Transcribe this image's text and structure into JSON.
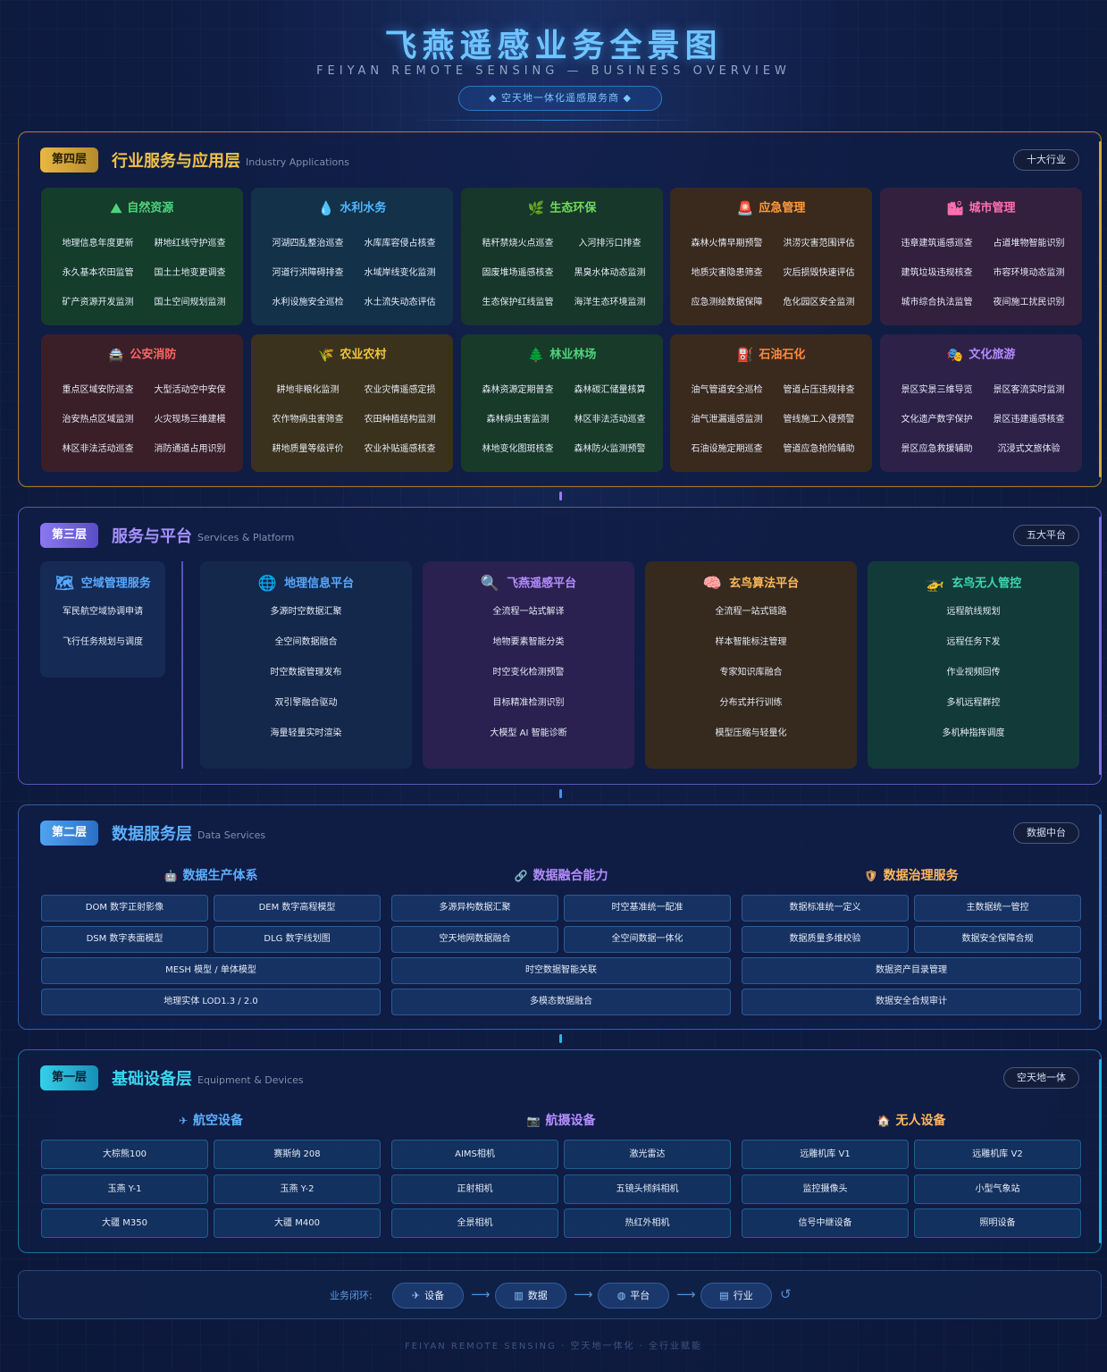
{
  "header": {
    "title": "飞燕遥感业务全景图",
    "subtitle": "FEIYAN REMOTE SENSING — BUSINESS OVERVIEW",
    "tag": "◆ 空天地一体化遥感服务商 ◆"
  },
  "layer4": {
    "badge": "第四层",
    "title": "行业服务与应用层",
    "title_en": "Industry Applications",
    "pill": "十大行业",
    "cards": [
      {
        "title": "自然资源",
        "icon": "mountain-icon",
        "glyph": "⛰",
        "color": "#4ed37c",
        "bg": "#143d2c",
        "items": [
          "地理信息年度更新",
          "耕地红线守护巡查",
          "永久基本农田监管",
          "国土土地变更调查",
          "矿产资源开发监测",
          "国土空间规划监测"
        ]
      },
      {
        "title": "水利水务",
        "icon": "water-drop-icon",
        "glyph": "💧",
        "color": "#4fb6ff",
        "bg": "#13324a",
        "items": [
          "河湖四乱整治巡查",
          "水库库容侵占核查",
          "河道行洪障碍排查",
          "水域岸线变化监测",
          "水利设施安全巡检",
          "水土流失动态评估"
        ]
      },
      {
        "title": "生态环保",
        "icon": "leaf-icon",
        "glyph": "🌿",
        "color": "#6fdc5a",
        "bg": "#17372a",
        "items": [
          "秸秆禁烧火点巡查",
          "入河排污口排查",
          "固废堆场遥感核查",
          "黑臭水体动态监测",
          "生态保护红线监管",
          "海洋生态环境监测"
        ]
      },
      {
        "title": "应急管理",
        "icon": "siren-icon",
        "glyph": "🚨",
        "color": "#ff9a3c",
        "bg": "#3a2a1e",
        "items": [
          "森林火情早期预警",
          "洪涝灾害范围评估",
          "地质灾害隐患筛查",
          "灾后损毁快速评估",
          "应急测绘数据保障",
          "危化园区安全监测"
        ]
      },
      {
        "title": "城市管理",
        "icon": "city-icon",
        "glyph": "🏙",
        "color": "#ff6fb0",
        "bg": "#33203e",
        "items": [
          "违章建筑遥感巡查",
          "占道堆物智能识别",
          "建筑垃圾违规核查",
          "市容环境动态监测",
          "城市综合执法监管",
          "夜间施工扰民识别"
        ]
      },
      {
        "title": "公安消防",
        "icon": "police-light-icon",
        "glyph": "🚔",
        "color": "#ff6666",
        "bg": "#3b1f28",
        "items": [
          "重点区域安防巡查",
          "大型活动空中安保",
          "治安热点区域监测",
          "火灾现场三维建模",
          "林区非法活动巡查",
          "消防通道占用识别"
        ]
      },
      {
        "title": "农业农村",
        "icon": "wheat-icon",
        "glyph": "🌾",
        "color": "#f4c542",
        "bg": "#3a321c",
        "items": [
          "耕地非粮化监测",
          "农业灾情遥感定损",
          "农作物病虫害筛查",
          "农田种植结构监测",
          "耕地质量等级评价",
          "农业补贴遥感核查"
        ]
      },
      {
        "title": "林业林场",
        "icon": "tree-icon",
        "glyph": "🌲",
        "color": "#4ed37c",
        "bg": "#173a29",
        "items": [
          "森林资源定期普查",
          "森林碳汇储量核算",
          "森林病虫害监测",
          "林区非法活动巡查",
          "林地变化图斑核查",
          "森林防火监测预警"
        ]
      },
      {
        "title": "石油石化",
        "icon": "fuel-pump-icon",
        "glyph": "⛽",
        "color": "#ff8a3c",
        "bg": "#3a2a1e",
        "items": [
          "油气管道安全巡检",
          "管道占压违规排查",
          "油气泄漏遥感监测",
          "管线施工入侵预警",
          "石油设施定期巡查",
          "管道应急抢险辅助"
        ]
      },
      {
        "title": "文化旅游",
        "icon": "theater-masks-icon",
        "glyph": "🎭",
        "color": "#b58cff",
        "bg": "#2d2148",
        "items": [
          "景区实景三维导览",
          "景区客流实时监测",
          "文化遗产数字保护",
          "景区违建遥感核查",
          "景区应急救援辅助",
          "沉浸式文旅体验"
        ]
      }
    ]
  },
  "layer3": {
    "badge": "第三层",
    "title": "服务与平台",
    "title_en": "Services & Platform",
    "pill": "五大平台",
    "airspace": {
      "title": "空域管理服务",
      "icon": "map-icon",
      "glyph": "🗺",
      "items": [
        "军民航空域协调申请",
        "飞行任务规划与调度"
      ]
    },
    "platforms": [
      {
        "title": "地理信息平台",
        "icon": "globe-icon",
        "glyph": "🌐",
        "color": "#57a9ff",
        "bg": "#13284a",
        "items": [
          "多源时空数据汇聚",
          "全空间数据融合",
          "时空数据管理发布",
          "双引擎融合驱动",
          "海量轻量实时渲染"
        ]
      },
      {
        "title": "飞燕遥感平台",
        "icon": "magnifier-icon",
        "glyph": "🔍",
        "color": "#b58cff",
        "bg": "#2a2150",
        "items": [
          "全流程一站式解译",
          "地物要素智能分类",
          "时空变化检测预警",
          "目标精准检测识别",
          "大模型 AI 智能诊断"
        ]
      },
      {
        "title": "玄鸟算法平台",
        "icon": "brain-icon",
        "glyph": "🧠",
        "color": "#ffb85c",
        "bg": "#362a1e",
        "items": [
          "全流程一站式链路",
          "样本智能标注管理",
          "专家知识库融合",
          "分布式并行训练",
          "模型压缩与轻量化"
        ]
      },
      {
        "title": "玄鸟无人管控",
        "icon": "helicopter-icon",
        "glyph": "🚁",
        "color": "#3fd6b0",
        "bg": "#123a38",
        "items": [
          "远程航线规划",
          "远程任务下发",
          "作业视频回传",
          "多机远程群控",
          "多机种指挥调度"
        ]
      }
    ]
  },
  "layer2": {
    "badge": "第二层",
    "title": "数据服务层",
    "title_en": "Data Services",
    "pill": "数据中台",
    "groups": [
      {
        "title": "数据生产体系",
        "icon": "robot-icon",
        "glyph": "🤖",
        "color": "#5cb0ff",
        "cells": [
          "DOM 数字正射影像",
          "DEM 数字高程模型",
          "DSM 数字表面模型",
          "DLG 数字线划图",
          "MESH 模型 / 单体模型",
          "地理实体 LOD1.3 / 2.0"
        ]
      },
      {
        "title": "数据融合能力",
        "icon": "link-icon",
        "glyph": "🔗",
        "color": "#b58cff",
        "cells": [
          "多源异构数据汇聚",
          "时空基准统一配准",
          "空天地网数据融合",
          "全空间数据一体化",
          "时空数据智能关联",
          "多模态数据融合"
        ]
      },
      {
        "title": "数据治理服务",
        "icon": "shield-icon",
        "glyph": "🛡",
        "color": "#ffb85c",
        "cells": [
          "数据标准统一定义",
          "主数据统一管控",
          "数据质量多维校验",
          "数据安全保障合规",
          "数据资产目录管理",
          "数据安全合规审计"
        ]
      }
    ]
  },
  "layer1": {
    "badge": "第一层",
    "title": "基础设备层",
    "title_en": "Equipment & Devices",
    "pill": "空天地一体",
    "groups": [
      {
        "title": "航空设备",
        "icon": "airplane-icon",
        "glyph": "✈",
        "color": "#5cb0ff",
        "cells": [
          "大棕熊100",
          "赛斯纳 208",
          "玉燕 Y-1",
          "玉燕 Y-2",
          "大疆 M350",
          "大疆 M400"
        ]
      },
      {
        "title": "航摄设备",
        "icon": "camera-icon",
        "glyph": "📷",
        "color": "#b58cff",
        "cells": [
          "AIMS相机",
          "激光雷达",
          "正射相机",
          "五镜头倾斜相机",
          "全景相机",
          "热红外相机"
        ]
      },
      {
        "title": "无人设备",
        "icon": "house-icon",
        "glyph": "🏠",
        "color": "#ffb85c",
        "cells": [
          "远雕机库 V1",
          "远雕机库 V2",
          "监控摄像头",
          "小型气象站",
          "信号中继设备",
          "照明设备"
        ]
      }
    ]
  },
  "loop": {
    "label": "业务闭环:",
    "steps": [
      {
        "label": "设备",
        "icon": "airplane-icon",
        "glyph": "✈"
      },
      {
        "label": "数据",
        "icon": "bar-chart-icon",
        "glyph": "▥"
      },
      {
        "label": "平台",
        "icon": "globe-icon",
        "glyph": "◍"
      },
      {
        "label": "行业",
        "icon": "building-icon",
        "glyph": "▤"
      }
    ],
    "arrow": "⟶",
    "cycle": "↺"
  },
  "footer": "FEIYAN REMOTE SENSING · 空天地一体化 · 全行业赋能",
  "colors": {
    "gold": "#f1c24a",
    "purple": "#a792ff",
    "blue": "#5cb0ff",
    "cyan": "#3cd4ee"
  }
}
